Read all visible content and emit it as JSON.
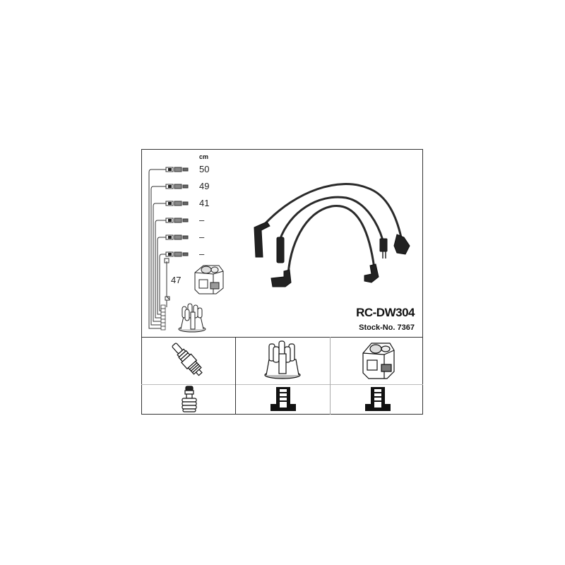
{
  "product": {
    "model": "RC-DW304",
    "stock_label": "Stock-No. 7367"
  },
  "length_table": {
    "unit": "cm",
    "leads": [
      {
        "label": "50"
      },
      {
        "label": "49"
      },
      {
        "label": "41"
      },
      {
        "label": "–"
      },
      {
        "label": "–"
      },
      {
        "label": "–"
      }
    ],
    "coil_lead": {
      "label": "47"
    }
  },
  "components": {
    "top_row": [
      {
        "name": "spark-plug"
      },
      {
        "name": "distributor-cap"
      },
      {
        "name": "ignition-coil"
      }
    ],
    "bottom_row": [
      {
        "name": "plug-terminal"
      },
      {
        "name": "cap-terminal"
      },
      {
        "name": "coil-terminal"
      }
    ]
  },
  "colors": {
    "line": "#333333",
    "cable": "#2a2a2a",
    "background": "#ffffff"
  }
}
